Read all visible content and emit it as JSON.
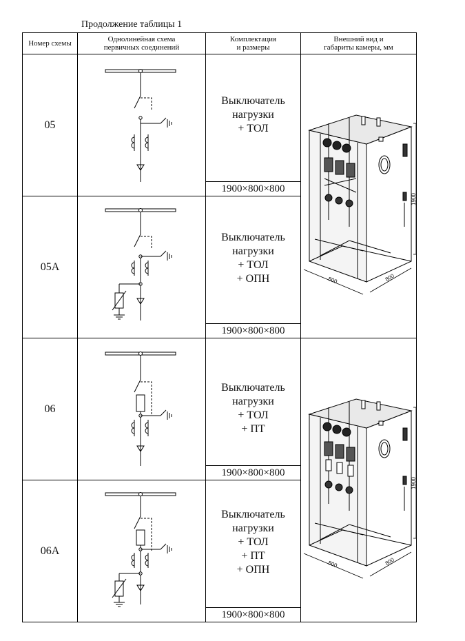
{
  "caption": "Продолжение таблицы 1",
  "headers": {
    "col1": "Номер схемы",
    "col2_l1": "Однолинейная схема",
    "col2_l2": "первичных соединений",
    "col3_l1": "Комплектация",
    "col3_l2": "и размеры",
    "col4_l1": "Внешний вид и",
    "col4_l2": "габариты камеры, мм"
  },
  "rows": [
    {
      "number": "05",
      "lines": [
        "Выключатель",
        "нагрузки",
        "+ ТОЛ"
      ],
      "size": "1900×800×800"
    },
    {
      "number": "05А",
      "lines": [
        "Выключатель",
        "нагрузки",
        "+ ТОЛ",
        "+ ОПН"
      ],
      "size": "1900×800×800"
    },
    {
      "number": "06",
      "lines": [
        "Выключатель",
        "нагрузки",
        "+ ТОЛ",
        "+ ПТ"
      ],
      "size": "1900×800×800"
    },
    {
      "number": "06А",
      "lines": [
        "Выключатель",
        "нагрузки",
        "+ ТОЛ",
        "+ ПТ",
        "+ ОПН"
      ],
      "size": "1900×800×800"
    }
  ],
  "dimensions": {
    "height": "1900",
    "width": "800",
    "depth": "800"
  }
}
